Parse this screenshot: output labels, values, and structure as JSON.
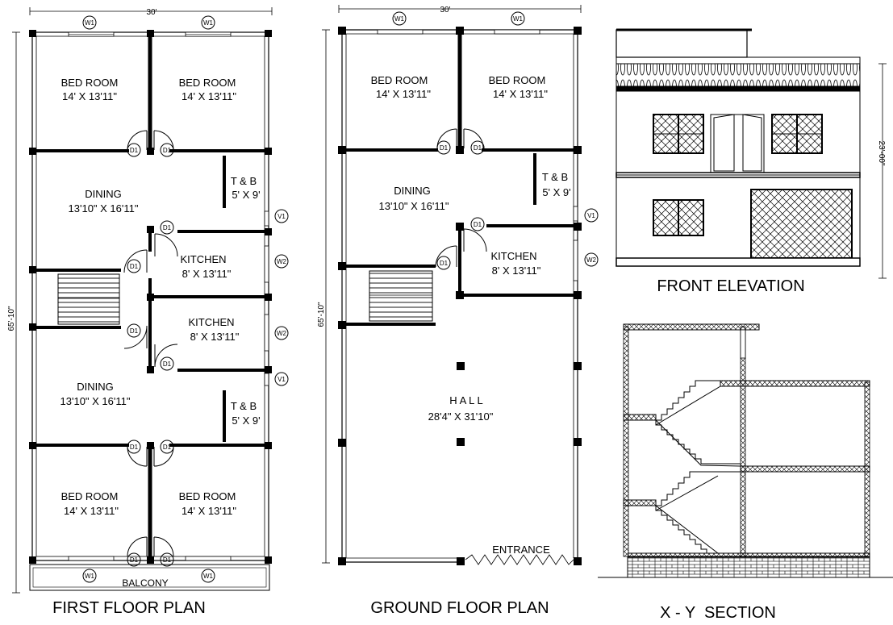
{
  "first_floor": {
    "title": "FIRST FLOOR PLAN",
    "dim_width": "30'",
    "dim_length": "65'-10\"",
    "rooms": {
      "bed1_name": "BED ROOM",
      "bed1_size": "14' X 13'11\"",
      "bed2_name": "BED ROOM",
      "bed2_size": "14' X 13'11\"",
      "dining1_name": "DINING",
      "dining1_size": "13'10\" X 16'11\"",
      "tb1_name": "T & B",
      "tb1_size": "5' X 9'",
      "kitchen1_name": "KITCHEN",
      "kitchen1_size": "8' X 13'11\"",
      "kitchen2_name": "KITCHEN",
      "kitchen2_size": "8' X 13'11\"",
      "dining2_name": "DINING",
      "dining2_size": "13'10\" X 16'11\"",
      "tb2_name": "T & B",
      "tb2_size": "5' X 9'",
      "bed3_name": "BED ROOM",
      "bed3_size": "14' X 13'11\"",
      "bed4_name": "BED ROOM",
      "bed4_size": "14' X 13'11\"",
      "balcony": "BALCONY"
    }
  },
  "ground_floor": {
    "title": "GROUND FLOOR PLAN",
    "dim_width": "30'",
    "dim_length": "65'-10\"",
    "rooms": {
      "bed1_name": "BED ROOM",
      "bed1_size": "14' X 13'11\"",
      "bed2_name": "BED ROOM",
      "bed2_size": "14' X 13'11\"",
      "dining_name": "DINING",
      "dining_size": "13'10\" X 16'11\"",
      "tb_name": "T & B",
      "tb_size": "5' X 9'",
      "kitchen_name": "KITCHEN",
      "kitchen_size": "8' X 13'11\"",
      "hall_name": "H A L L",
      "hall_size": "28'4\" X 31'10\"",
      "entrance": "ENTRANCE"
    }
  },
  "front_elevation": {
    "title": "FRONT ELEVATION",
    "height": "23'-00\""
  },
  "section": {
    "title": "X - Y  SECTION"
  },
  "tags": {
    "door": "D1",
    "window": "W1",
    "window2": "W2",
    "ventilator": "V1"
  },
  "colors": {
    "line": "#000000",
    "background": "#ffffff"
  }
}
